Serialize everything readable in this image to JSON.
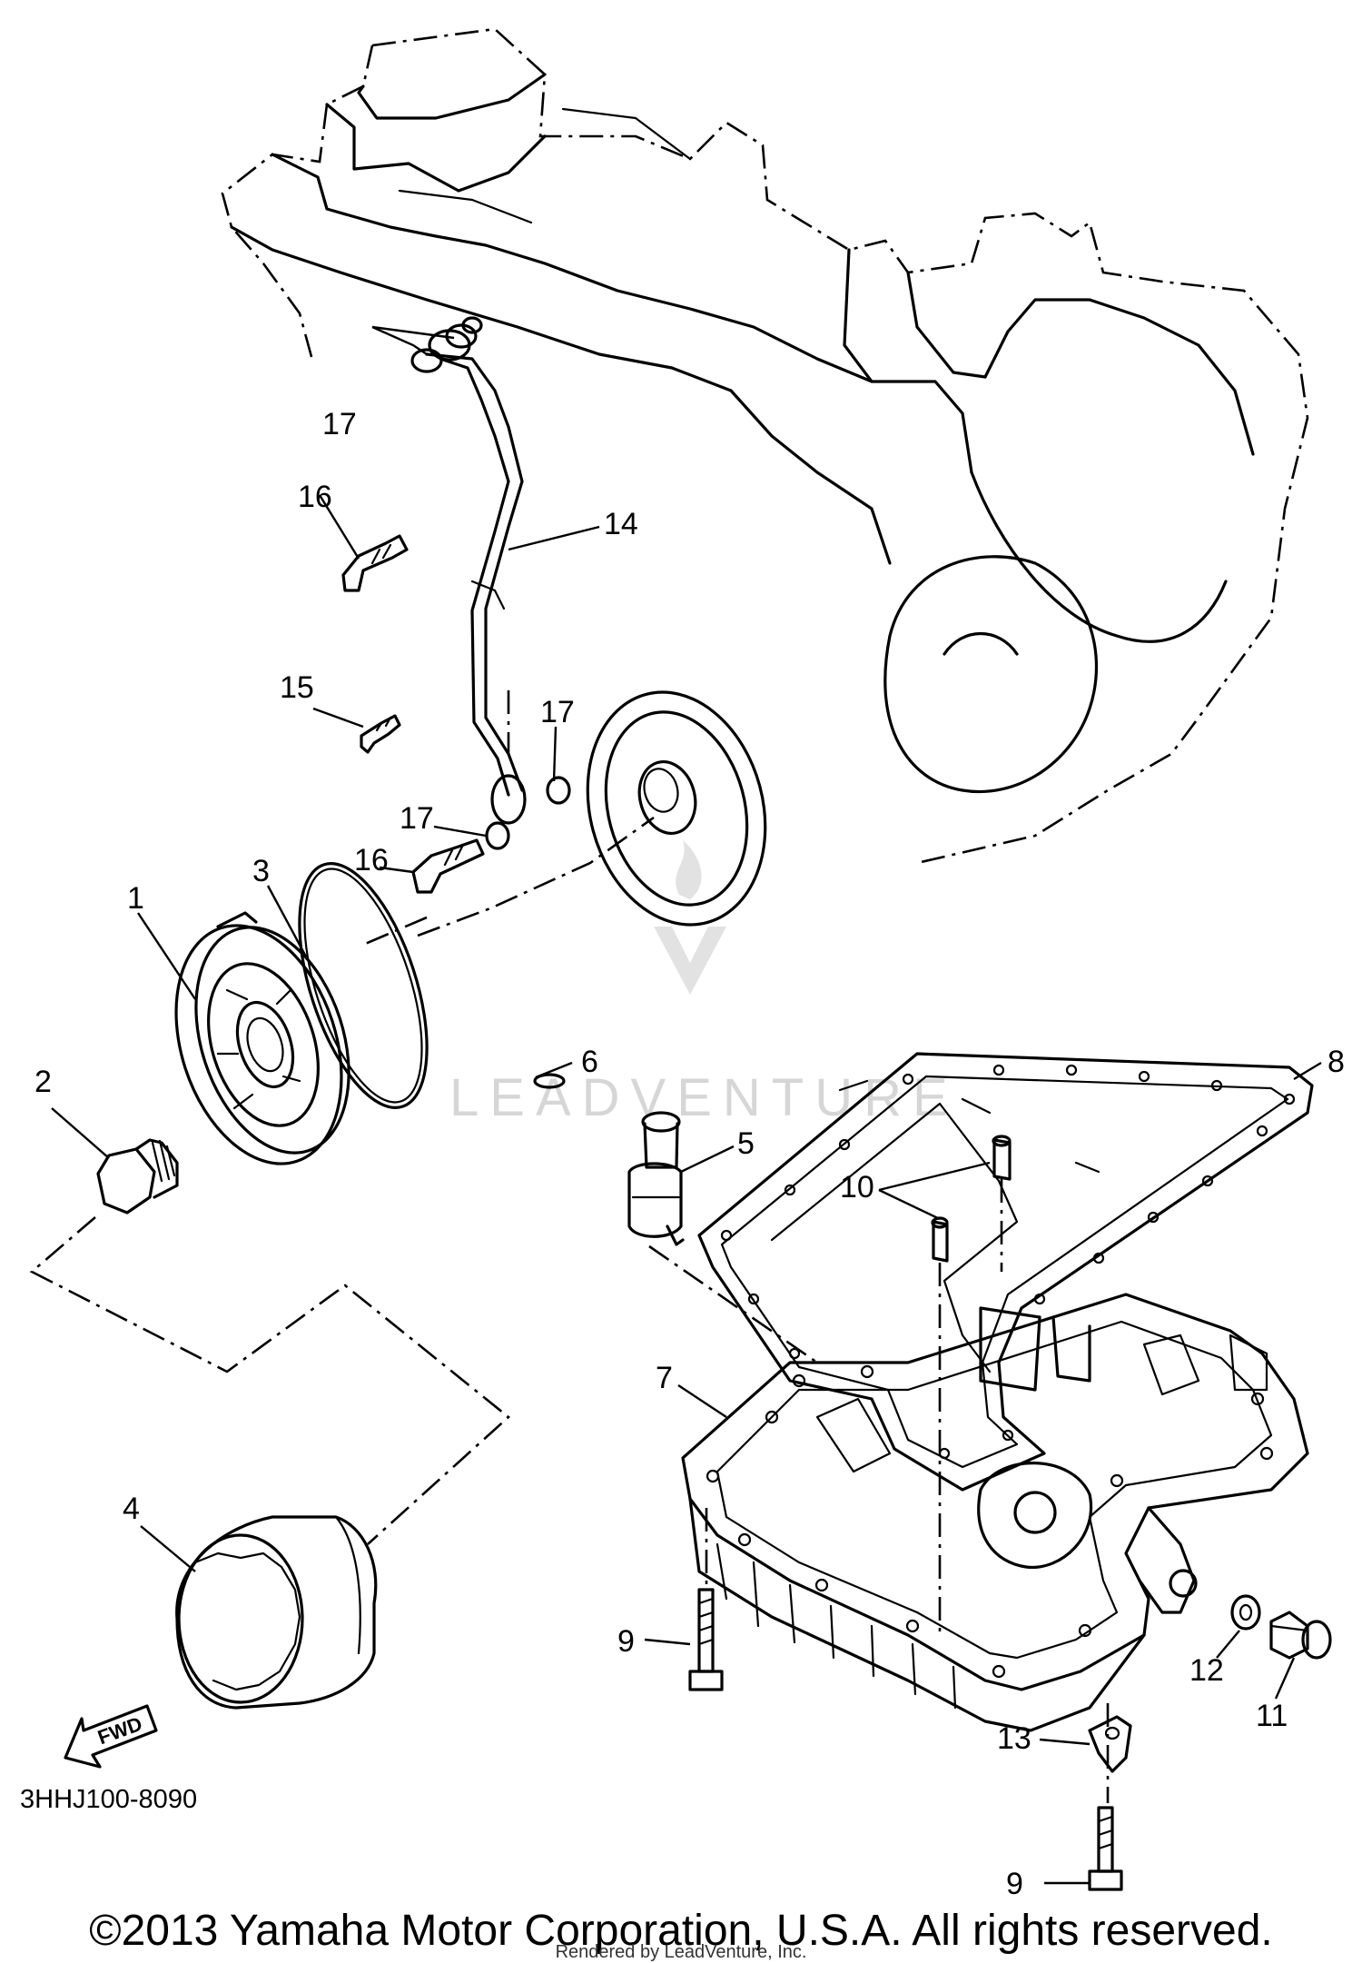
{
  "diagram": {
    "part_code": "3HHJ100-8090",
    "fwd_label": "FWD",
    "watermark": "LEADVENTURE",
    "callouts": {
      "c1": "1",
      "c2": "2",
      "c3": "3",
      "c4": "4",
      "c5": "5",
      "c6": "6",
      "c7": "7",
      "c8": "8",
      "c9a": "9",
      "c9b": "9",
      "c10": "10",
      "c11": "11",
      "c12": "12",
      "c13": "13",
      "c14": "14",
      "c15": "15",
      "c16a": "16",
      "c16b": "16",
      "c17a": "17",
      "c17b": "17",
      "c17c": "17"
    }
  },
  "footer": {
    "copyright": "©2013 Yamaha Motor Corporation, U.S.A. All rights reserved.",
    "rendered_by": "Rendered by LeadVenture, Inc."
  }
}
